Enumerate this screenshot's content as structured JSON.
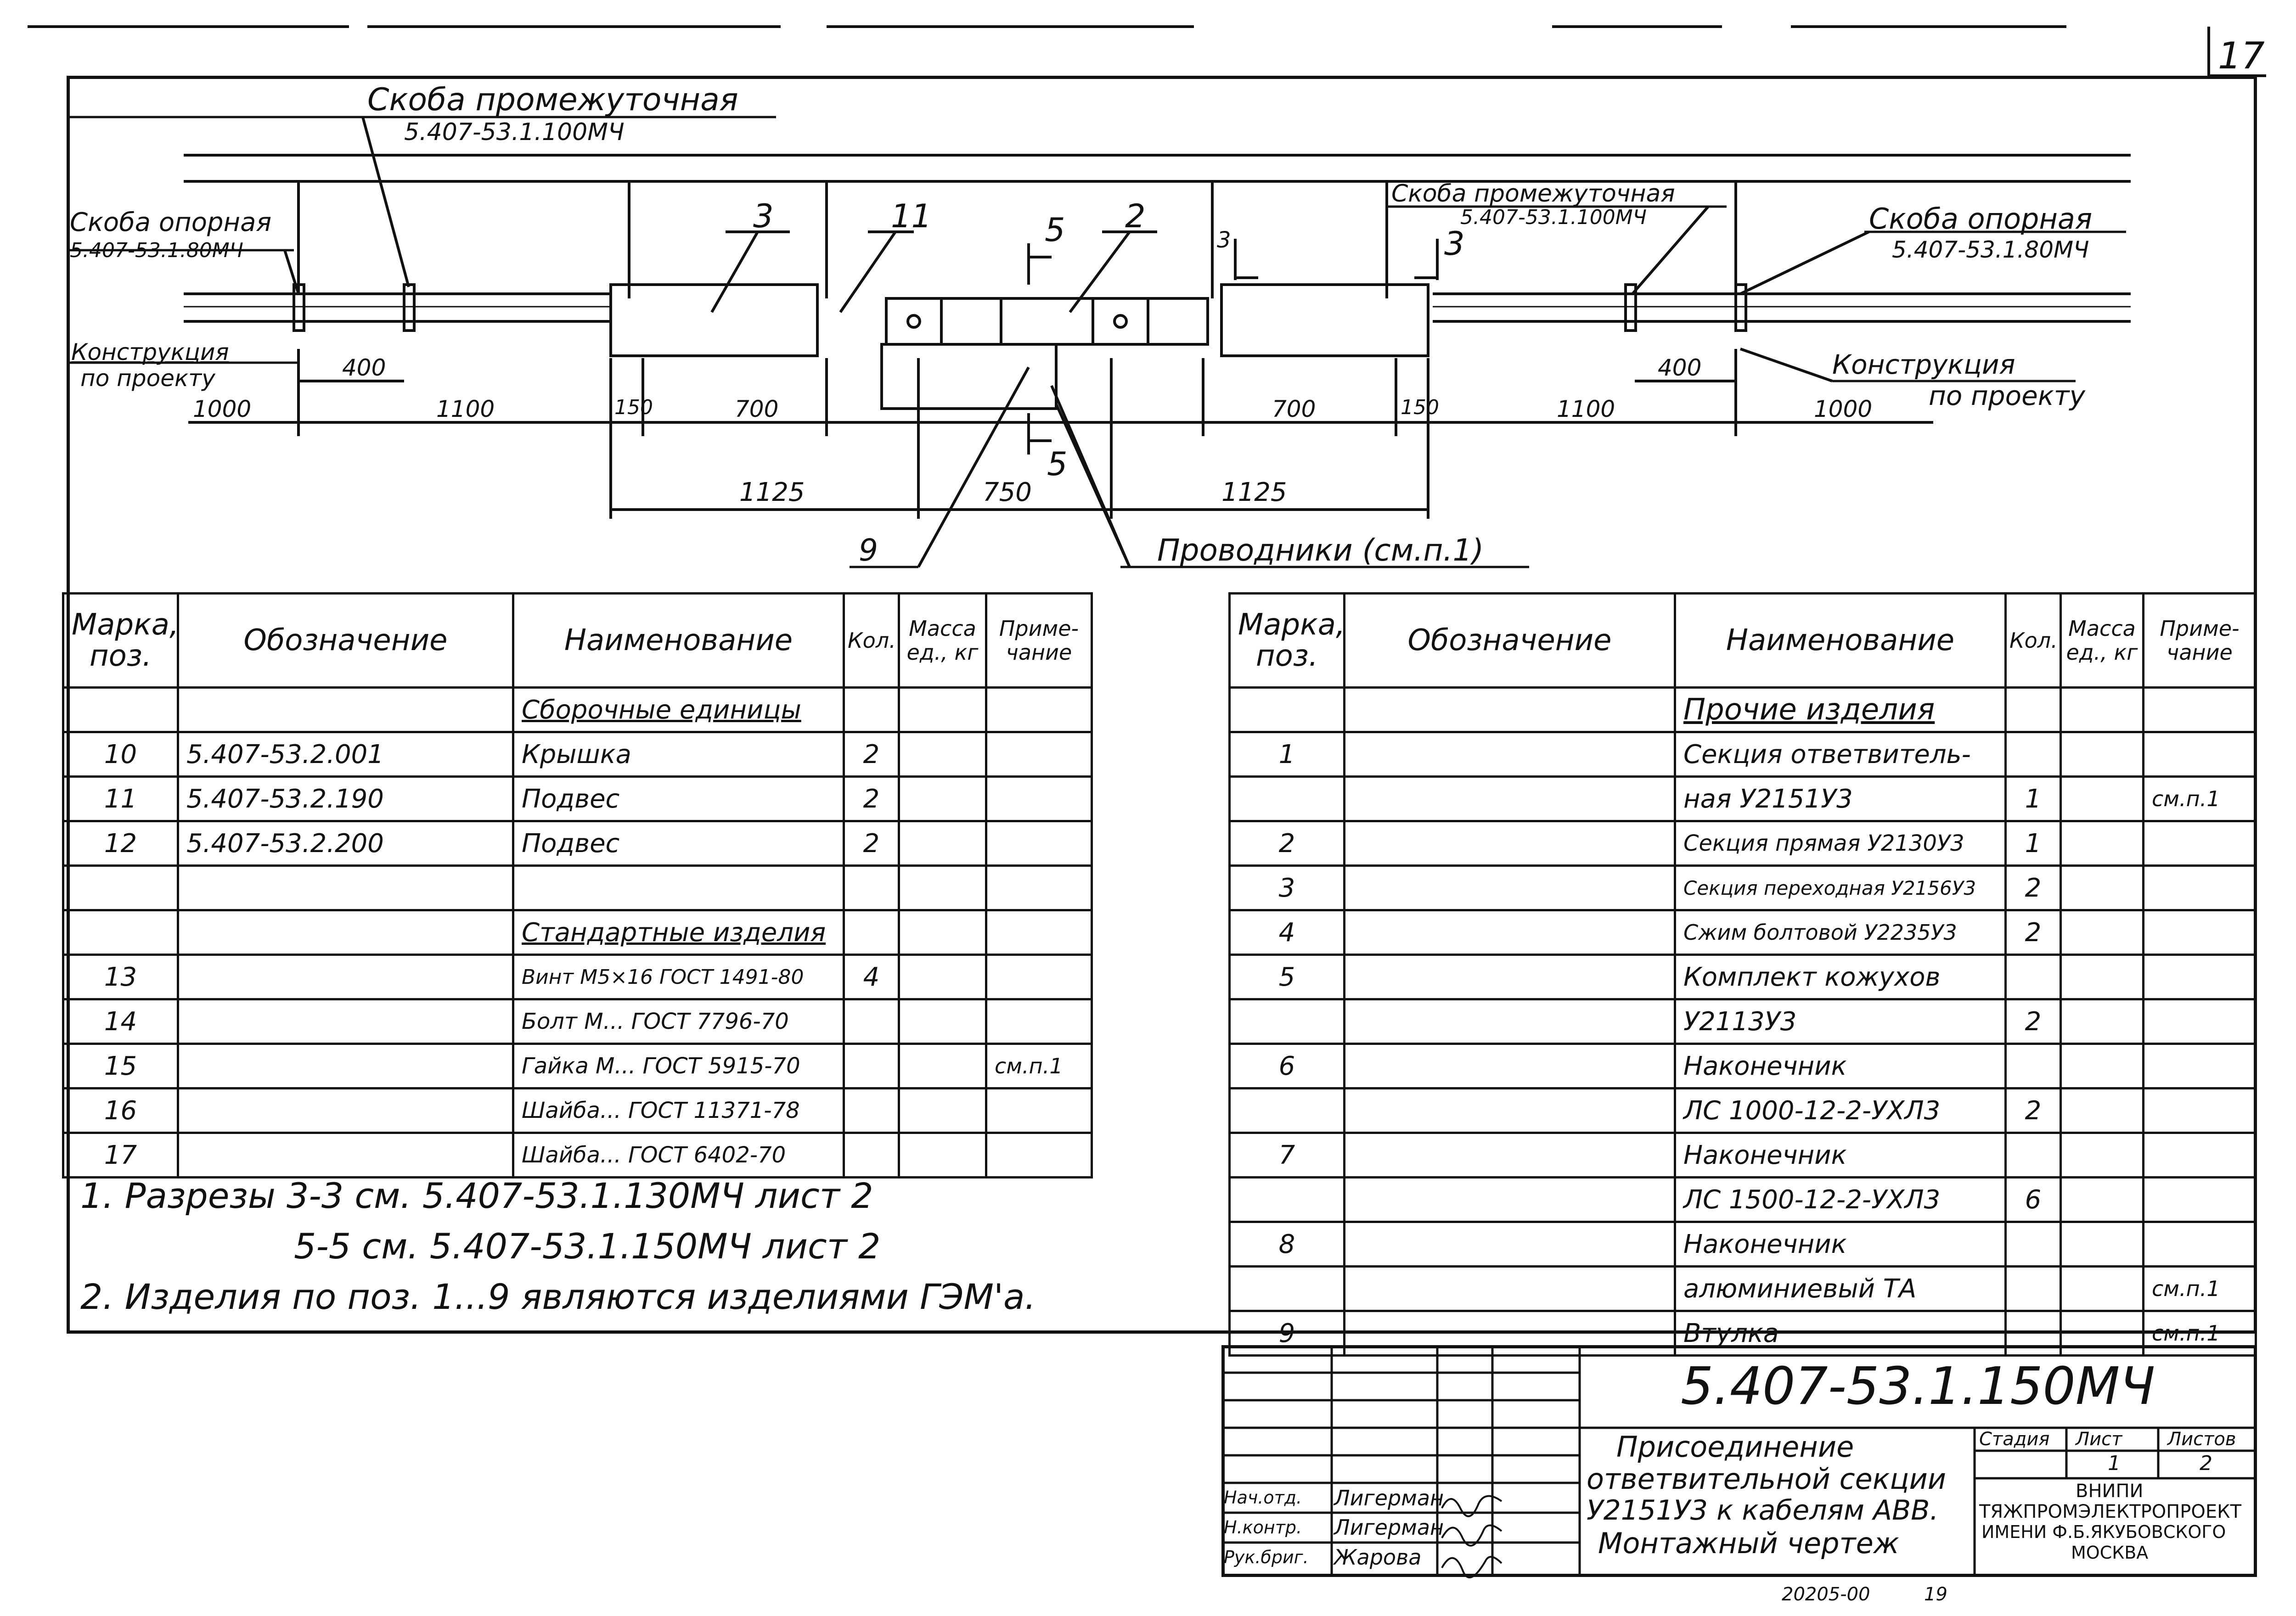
{
  "sheet": {
    "page_number": "17",
    "bottom_code": "20205-00",
    "bottom_number": "19"
  },
  "drawing": {
    "labels": {
      "skoba_promezh_top": "Скоба промежуточная",
      "skoba_promezh_top_code": "5.407-53.1.100МЧ",
      "skoba_opornaya_left": "Скоба опорная",
      "skoba_opornaya_left_code": "5.407-53.1.80МЧ",
      "konstr_left": "Конструкция",
      "konstr_left_2": "по проекту",
      "skoba_promezh_right": "Скоба промежуточная",
      "skoba_promezh_right_code": "5.407-53.1.100МЧ",
      "skoba_opornaya_right": "Скоба опорная",
      "skoba_opornaya_right_code": "5.407-53.1.80МЧ",
      "konstr_right": "Конструкция",
      "konstr_right_2": "по проекту",
      "provodniki": "Проводники (см.п.1)"
    },
    "positions": [
      "3",
      "11",
      "5",
      "2",
      "3",
      "3",
      "5",
      "9"
    ],
    "dims_left": [
      "1000",
      "400",
      "1100",
      "150",
      "700"
    ],
    "dims_right": [
      "700",
      "150",
      "1100",
      "400",
      "1000"
    ],
    "dims_bottom": [
      "1125",
      "750",
      "1125"
    ]
  },
  "left_table": {
    "headers": [
      "Марка, поз.",
      "Обозначение",
      "Наименование",
      "Кол.",
      "Масса ед., кг",
      "Приме- чание"
    ],
    "rows": [
      {
        "pos": "",
        "code": "",
        "name": "Сборочные единицы",
        "qty": "",
        "note": ""
      },
      {
        "pos": "10",
        "code": "5.407-53.2.001",
        "name": "Крышка",
        "qty": "2",
        "note": ""
      },
      {
        "pos": "11",
        "code": "5.407-53.2.190",
        "name": "Подвес",
        "qty": "2",
        "note": ""
      },
      {
        "pos": "12",
        "code": "5.407-53.2.200",
        "name": "Подвес",
        "qty": "2",
        "note": ""
      },
      {
        "pos": "",
        "code": "",
        "name": "",
        "qty": "",
        "note": ""
      },
      {
        "pos": "",
        "code": "",
        "name": "Стандартные изделия",
        "qty": "",
        "note": ""
      },
      {
        "pos": "13",
        "code": "",
        "name": "Винт М5×16 ГОСТ 1491-80",
        "qty": "4",
        "note": ""
      },
      {
        "pos": "14",
        "code": "",
        "name": "Болт М... ГОСТ 7796-70",
        "qty": "",
        "note": ""
      },
      {
        "pos": "15",
        "code": "",
        "name": "Гайка М... ГОСТ 5915-70",
        "qty": "",
        "note": "см.п.1"
      },
      {
        "pos": "16",
        "code": "",
        "name": "Шайба... ГОСТ 11371-78",
        "qty": "",
        "note": ""
      },
      {
        "pos": "17",
        "code": "",
        "name": "Шайба... ГОСТ 6402-70",
        "qty": "",
        "note": ""
      }
    ]
  },
  "right_table": {
    "headers": [
      "Марка, поз.",
      "Обозначение",
      "Наименование",
      "Кол.",
      "Масса ед., кг",
      "Приме- чание"
    ],
    "rows": [
      {
        "pos": "",
        "name": "Прочие изделия",
        "qty": "",
        "note": ""
      },
      {
        "pos": "1",
        "name": "Секция ответвитель-",
        "qty": "",
        "note": ""
      },
      {
        "pos": "",
        "name": "ная У2151У3",
        "qty": "1",
        "note": "см.п.1"
      },
      {
        "pos": "2",
        "name": "Секция прямая У2130У3",
        "qty": "1",
        "note": ""
      },
      {
        "pos": "3",
        "name": "Секция переходная У2156У3",
        "qty": "2",
        "note": ""
      },
      {
        "pos": "4",
        "name": "Сжим болтовой У2235У3",
        "qty": "2",
        "note": ""
      },
      {
        "pos": "5",
        "name": "Комплект кожухов",
        "qty": "",
        "note": ""
      },
      {
        "pos": "",
        "name": "У2113У3",
        "qty": "2",
        "note": ""
      },
      {
        "pos": "6",
        "name": "Наконечник",
        "qty": "",
        "note": ""
      },
      {
        "pos": "",
        "name": "ЛС 1000-12-2-УХЛ3",
        "qty": "2",
        "note": ""
      },
      {
        "pos": "7",
        "name": "Наконечник",
        "qty": "",
        "note": ""
      },
      {
        "pos": "",
        "name": "ЛС 1500-12-2-УХЛ3",
        "qty": "6",
        "note": ""
      },
      {
        "pos": "8",
        "name": "Наконечник",
        "qty": "",
        "note": ""
      },
      {
        "pos": "",
        "name": "алюминиевый ТА",
        "qty": "",
        "note": "см.п.1"
      },
      {
        "pos": "9",
        "name": "Втулка",
        "qty": "",
        "note": "см.п.1"
      }
    ]
  },
  "notes": {
    "n1": "1. Разрезы 3-3 см. 5.407-53.1.130МЧ лист 2",
    "n1b": "5-5 см. 5.407-53.1.150МЧ лист 2",
    "n2": "2. Изделия по поз. 1...9 являются изделиями ГЭМ'а."
  },
  "title_block": {
    "doc_code": "5.407-53.1.150МЧ",
    "title_1": "Присоединение",
    "title_2": "ответвительной секции",
    "title_3": "У2151У3 к кабелям АВВ.",
    "title_4": "Монтажный чертеж",
    "stage_label": "Стадия",
    "sheet_label": "Лист",
    "sheets_label": "Листов",
    "sheet_value": "1",
    "sheets_value": "2",
    "org_1": "ВНИПИ",
    "org_2": "ТЯЖПРОМЭЛЕКТРОПРОЕКТ",
    "org_3": "ИМЕНИ Ф.Б.ЯКУБОВСКОГО",
    "org_4": "МОСКВА",
    "signers": [
      {
        "role": "Нач.отд.",
        "name": "Лигерман"
      },
      {
        "role": "Н.контр.",
        "name": "Лигерман"
      },
      {
        "role": "Рук.бриг.",
        "name": "Жарова"
      }
    ]
  }
}
